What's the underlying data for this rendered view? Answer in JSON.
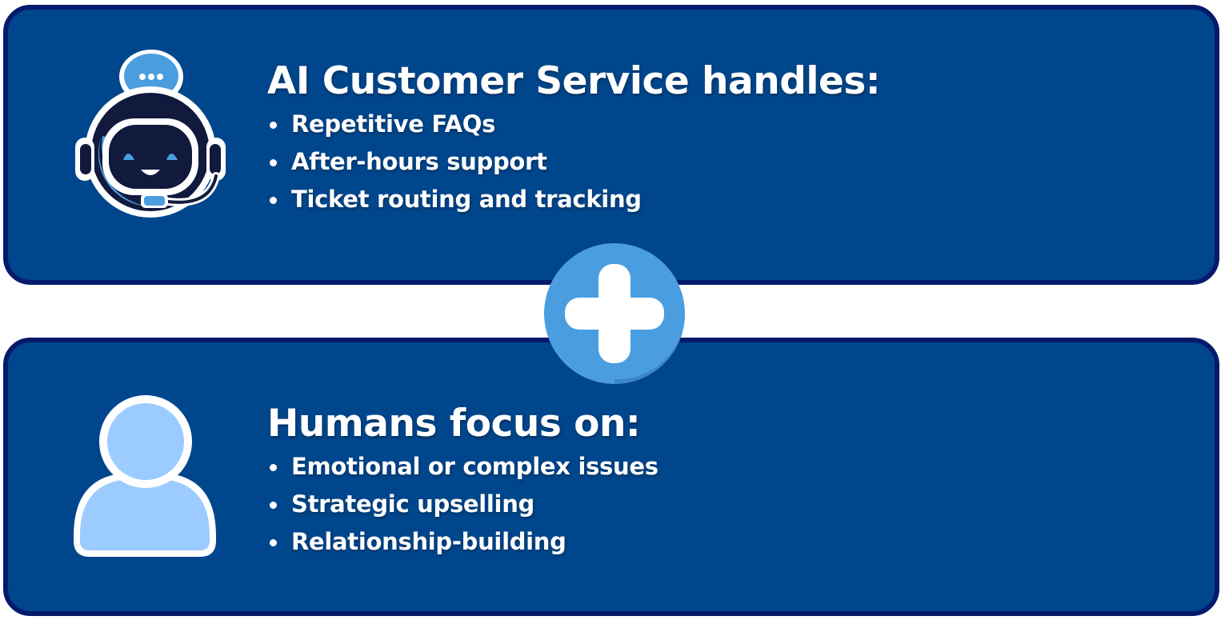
{
  "ai_section": {
    "heading": "AI Customer Service handles:",
    "bullets": [
      "Repetitive FAQs",
      "After-hours support",
      "Ticket routing and tracking"
    ],
    "icon": "robot-support-icon"
  },
  "human_section": {
    "heading": "Humans focus on:",
    "bullets": [
      "Emotional or complex issues",
      "Strategic upselling",
      "Relationship-building"
    ],
    "icon": "person-icon"
  },
  "connector": {
    "icon": "plus-icon"
  },
  "colors": {
    "panel_fill": "#00468c",
    "panel_border": "#061a6b",
    "accent_blue": "#4a9ee0",
    "person_fill": "#9ccbff",
    "text": "#ffffff"
  }
}
